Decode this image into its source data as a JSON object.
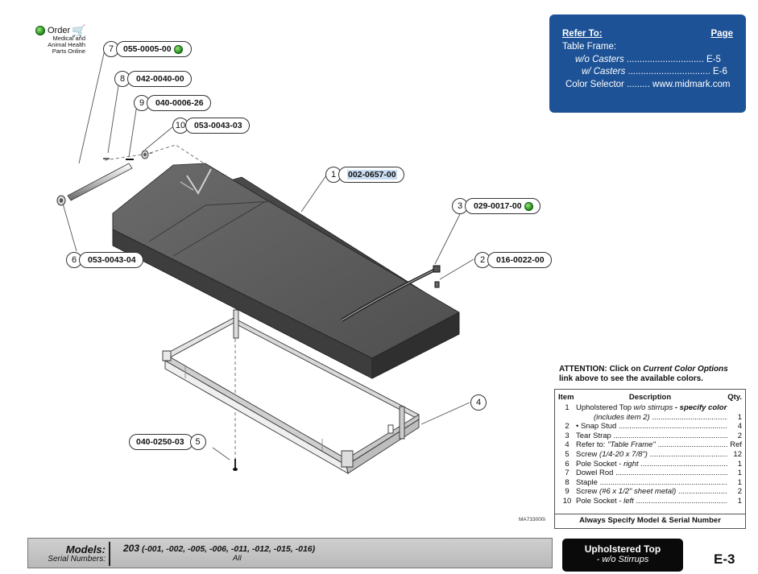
{
  "order": {
    "label": "Order",
    "line1": "Medical and",
    "line2": "Animal Health",
    "line3": "Parts Online"
  },
  "refer": {
    "title": "Refer To:",
    "page_header": "Page",
    "table_frame": "Table Frame:",
    "wo_casters": "w/o Casters",
    "wo_casters_page": "E-5",
    "w_casters": "w/ Casters",
    "w_casters_page": "E-6",
    "color_selector": "Color Selector",
    "color_selector_ref": "www.midmark.com"
  },
  "callouts": [
    {
      "num": "7",
      "pn": "055-0005-00"
    },
    {
      "num": "8",
      "pn": "042-0040-00"
    },
    {
      "num": "9",
      "pn": "040-0006-26"
    },
    {
      "num": "10",
      "pn": "053-0043-03"
    },
    {
      "num": "1",
      "pn": "002-0657-00"
    },
    {
      "num": "3",
      "pn": "029-0017-00"
    },
    {
      "num": "2",
      "pn": "016-0022-00"
    },
    {
      "num": "6",
      "pn": "053-0043-04"
    },
    {
      "num": "4",
      "pn": ""
    },
    {
      "num": "5",
      "pn": "040-0250-03"
    }
  ],
  "attention": {
    "line1_prefix": "ATTENTION: Click on ",
    "line1_link": "Current Color Options",
    "line2": "link above to see the available colors."
  },
  "parts_table": {
    "headers": [
      "Item",
      "Description",
      "Qty."
    ],
    "rows": [
      {
        "item": "1",
        "desc_a": "Upholstered Top ",
        "desc_b": "w/o stirrups",
        "desc_c": " - specify color",
        "qty": ""
      },
      {
        "item": "",
        "desc_a": "(includes item 2)",
        "desc_b": "",
        "desc_c": "",
        "qty": "1"
      },
      {
        "item": "2",
        "desc_a": "• Snap Stud",
        "desc_b": "",
        "desc_c": "",
        "qty": "4"
      },
      {
        "item": "3",
        "desc_a": "Tear Strap",
        "desc_b": "",
        "desc_c": "",
        "qty": "2"
      },
      {
        "item": "4",
        "desc_a": "Refer to: ",
        "desc_b": "\"Table Frame\"",
        "desc_c": "",
        "qty": "Ref"
      },
      {
        "item": "5",
        "desc_a": "Screw ",
        "desc_b": "(1/4-20 x 7/8\")",
        "desc_c": "",
        "qty": "12"
      },
      {
        "item": "6",
        "desc_a": "Pole Socket - ",
        "desc_b": "right",
        "desc_c": "",
        "qty": "1"
      },
      {
        "item": "7",
        "desc_a": "Dowel Rod",
        "desc_b": "",
        "desc_c": "",
        "qty": "1"
      },
      {
        "item": "8",
        "desc_a": "Staple",
        "desc_b": "",
        "desc_c": "",
        "qty": "1"
      },
      {
        "item": "9",
        "desc_a": "Screw ",
        "desc_b": "(#6 x 1/2\" sheet metal)",
        "desc_c": "",
        "qty": "2"
      },
      {
        "item": "10",
        "desc_a": "Pole Socket - ",
        "desc_b": "left",
        "desc_c": "",
        "qty": "1"
      }
    ],
    "footer": "Always Specify Model & Serial Number"
  },
  "drawing_number": "MA733000i",
  "models": {
    "label": "Models:",
    "serial_label": "Serial Numbers:",
    "model_base": "203",
    "model_variants": " (-001, -002, -005, -006, -011, -012, -015, -016)",
    "serial_value": "All"
  },
  "section": {
    "title": "Upholstered Top",
    "subtitle": "- w/o Stirrups"
  },
  "page_number": "E-3",
  "colors": {
    "refer_box": "#1d5296",
    "order_dot": "#1f8a1a",
    "section_box": "#0a0a0a",
    "models_bar": "#c4c4c4",
    "upholstery": "#5c5c5c"
  }
}
